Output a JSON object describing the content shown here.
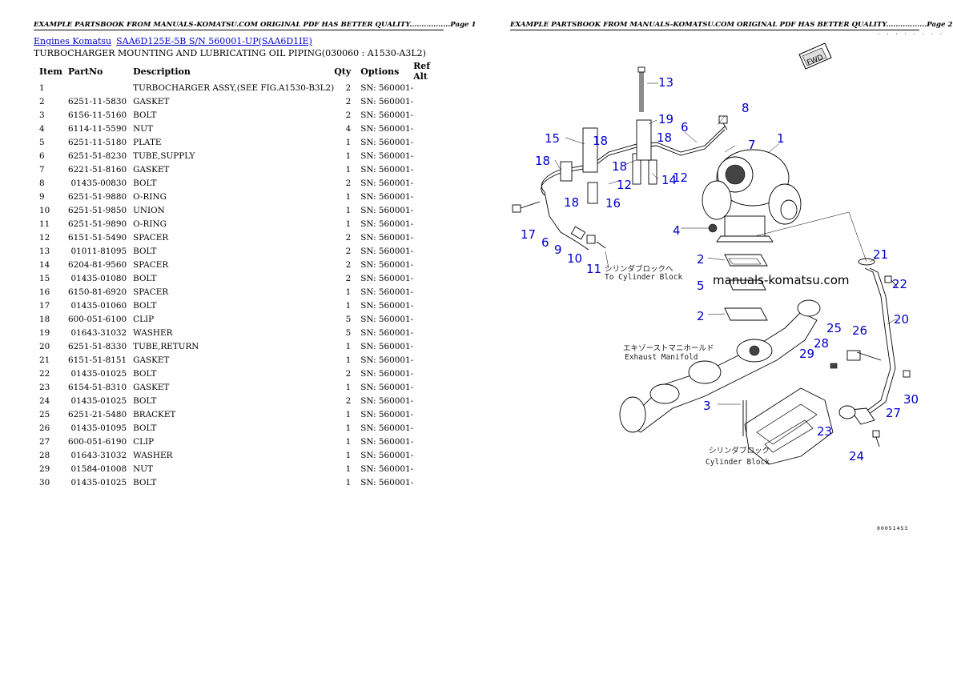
{
  "header_left": "EXAMPLE PARTSBOOK FROM MANUALS-KOMATSU.COM ORIGINAL PDF HAS BETTER QUALITY.................Page 1",
  "header_right": "EXAMPLE PARTSBOOK FROM MANUALS-KOMATSU.COM ORIGINAL PDF HAS BETTER QUALITY.................Page 2",
  "breadcrumb": {
    "link1": "Engines Komatsu",
    "link2": "SAA6D125E-5B S/N 560001-UP(SAA6D1IE)"
  },
  "subtitle": "TURBOCHARGER MOUNTING AND LUBRICATING OIL PIPING(030060 : A1530-A3L2)",
  "table": {
    "headers": {
      "item": "Item",
      "partno": "PartNo",
      "description": "Description",
      "qty": "Qty",
      "options": "Options",
      "ref": "Ref Alt"
    },
    "rows": [
      {
        "item": "1",
        "partno": "",
        "desc": "TURBOCHARGER ASSY,(SEE FIG.A1530-B3L2)",
        "qty": "2",
        "opt": "SN: 560001-"
      },
      {
        "item": "2",
        "partno": "6251-11-5830",
        "desc": "GASKET",
        "qty": "2",
        "opt": "SN: 560001-"
      },
      {
        "item": "3",
        "partno": "6156-11-5160",
        "desc": "BOLT",
        "qty": "2",
        "opt": "SN: 560001-"
      },
      {
        "item": "4",
        "partno": "6114-11-5590",
        "desc": "NUT",
        "qty": "4",
        "opt": "SN: 560001-"
      },
      {
        "item": "5",
        "partno": "6251-11-5180",
        "desc": "PLATE",
        "qty": "1",
        "opt": "SN: 560001-"
      },
      {
        "item": "6",
        "partno": "6251-51-8230",
        "desc": "TUBE,SUPPLY",
        "qty": "1",
        "opt": "SN: 560001-"
      },
      {
        "item": "7",
        "partno": "6221-51-8160",
        "desc": "GASKET",
        "qty": "1",
        "opt": "SN: 560001-"
      },
      {
        "item": "8",
        "partno": "01435-00830",
        "desc": "BOLT",
        "qty": "2",
        "opt": "SN: 560001-"
      },
      {
        "item": "9",
        "partno": "6251-51-9880",
        "desc": "O-RING",
        "qty": "1",
        "opt": "SN: 560001-"
      },
      {
        "item": "10",
        "partno": "6251-51-9850",
        "desc": "UNION",
        "qty": "1",
        "opt": "SN: 560001-"
      },
      {
        "item": "11",
        "partno": "6251-51-9890",
        "desc": "O-RING",
        "qty": "1",
        "opt": "SN: 560001-"
      },
      {
        "item": "12",
        "partno": "6151-51-5490",
        "desc": "SPACER",
        "qty": "2",
        "opt": "SN: 560001-"
      },
      {
        "item": "13",
        "partno": "01011-81095",
        "desc": "BOLT",
        "qty": "2",
        "opt": "SN: 560001-"
      },
      {
        "item": "14",
        "partno": "6204-81-9560",
        "desc": "SPACER",
        "qty": "2",
        "opt": "SN: 560001-"
      },
      {
        "item": "15",
        "partno": "01435-01080",
        "desc": "BOLT",
        "qty": "2",
        "opt": "SN: 560001-"
      },
      {
        "item": "16",
        "partno": "6150-81-6920",
        "desc": "SPACER",
        "qty": "1",
        "opt": "SN: 560001-"
      },
      {
        "item": "17",
        "partno": "01435-01060",
        "desc": "BOLT",
        "qty": "1",
        "opt": "SN: 560001-"
      },
      {
        "item": "18",
        "partno": "600-051-6100",
        "desc": "CLIP",
        "qty": "5",
        "opt": "SN: 560001-"
      },
      {
        "item": "19",
        "partno": "01643-31032",
        "desc": "WASHER",
        "qty": "5",
        "opt": "SN: 560001-"
      },
      {
        "item": "20",
        "partno": "6251-51-8330",
        "desc": "TUBE,RETURN",
        "qty": "1",
        "opt": "SN: 560001-"
      },
      {
        "item": "21",
        "partno": "6151-51-8151",
        "desc": "GASKET",
        "qty": "1",
        "opt": "SN: 560001-"
      },
      {
        "item": "22",
        "partno": "01435-01025",
        "desc": "BOLT",
        "qty": "2",
        "opt": "SN: 560001-"
      },
      {
        "item": "23",
        "partno": "6154-51-8310",
        "desc": "GASKET",
        "qty": "1",
        "opt": "SN: 560001-"
      },
      {
        "item": "24",
        "partno": "01435-01025",
        "desc": "BOLT",
        "qty": "2",
        "opt": "SN: 560001-"
      },
      {
        "item": "25",
        "partno": "6251-21-5480",
        "desc": "BRACKET",
        "qty": "1",
        "opt": "SN: 560001-"
      },
      {
        "item": "26",
        "partno": "01435-01095",
        "desc": "BOLT",
        "qty": "1",
        "opt": "SN: 560001-"
      },
      {
        "item": "27",
        "partno": "600-051-6190",
        "desc": "CLIP",
        "qty": "1",
        "opt": "SN: 560001-"
      },
      {
        "item": "28",
        "partno": "01643-31032",
        "desc": "WASHER",
        "qty": "1",
        "opt": "SN: 560001-"
      },
      {
        "item": "29",
        "partno": "01584-01008",
        "desc": "NUT",
        "qty": "1",
        "opt": "SN: 560001-"
      },
      {
        "item": "30",
        "partno": "01435-01025",
        "desc": "BOLT",
        "qty": "1",
        "opt": "SN: 560001-"
      }
    ]
  },
  "diagram": {
    "fwd_label": "FWD",
    "watermark": "manuals-komatsu.com",
    "note_cyl_block_top_jp": "シリンダブロックへ",
    "note_cyl_block_top_en": "To Cylinder Block",
    "note_exhaust_jp": "エキゾーストマニホールド",
    "note_exhaust_en": "Exhaust Manifold",
    "note_cyl_block_bottom_jp": "シリンダブロック",
    "note_cyl_block_bottom_en": "Cylinder Block",
    "callouts": [
      "13",
      "8",
      "19",
      "6",
      "1",
      "15",
      "18",
      "18",
      "7",
      "18",
      "18",
      "12",
      "12",
      "14",
      "16",
      "18",
      "17",
      "6",
      "9",
      "10",
      "11",
      "4",
      "2",
      "5",
      "2",
      "21",
      "22",
      "20",
      "25",
      "26",
      "28",
      "29",
      "3",
      "30",
      "27",
      "23",
      "24"
    ],
    "figure_code": "00051453",
    "corner_marks": "· · · · · · · ·"
  }
}
